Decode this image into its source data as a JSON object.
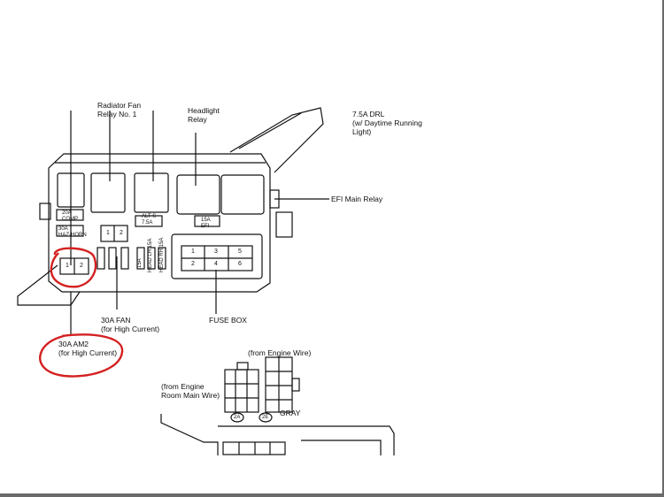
{
  "labels": {
    "radiator_fan_relay": "Radiator Fan\nRelay No. 1",
    "headlight_relay": "Headlight\nRelay",
    "drl": "7.5A DRL\n(w/ Daytime Running\nLight)",
    "efi_main_relay": "EFI Main Relay",
    "fan_30a": "30A FAN\n(for High Current)",
    "am2_30a": "30A AM2\n(for High Current)",
    "fuse_box": "FUSE BOX",
    "from_engine_wire": "(from Engine Wire)",
    "from_engine_room": "(from Engine\nRoom Main Wire)",
    "gray": "GRAY",
    "conn_2a": "2A",
    "conn_2e": "2E"
  },
  "fuse_labels": {
    "comp": "20A\nCOMP",
    "haz_horn": "30A\nHAZ-HORN",
    "alt_s": "ALT-S\n7.5A",
    "efi": "15A\nEFI",
    "head_lh": "HEAD LH\n15A",
    "head_rh": "HEAD RH\n15A",
    "v15a": "15A"
  },
  "terminals": {
    "fan_relay_slot": [
      "1",
      "2"
    ],
    "am2_slot": [
      "1",
      "2"
    ],
    "fuse_box_block": [
      "1",
      "3",
      "5",
      "2",
      "4",
      "6"
    ]
  },
  "colors": {
    "line": "#111111",
    "highlight_circle": "#d42020"
  }
}
